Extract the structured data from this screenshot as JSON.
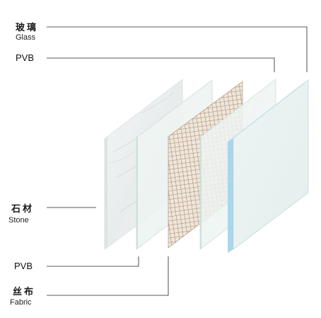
{
  "labels": {
    "glass": {
      "zh": "玻璃",
      "en": "Glass"
    },
    "pvb_top": {
      "en": "PVB"
    },
    "stone": {
      "zh": "石材",
      "en": "Stone"
    },
    "pvb_bottom": {
      "en": "PVB"
    },
    "fabric": {
      "zh": "丝布",
      "en": "Fabric"
    }
  },
  "colors": {
    "glass_edge": "#a9d6ec",
    "line": "#222222",
    "mesh": "#9a7a56"
  }
}
